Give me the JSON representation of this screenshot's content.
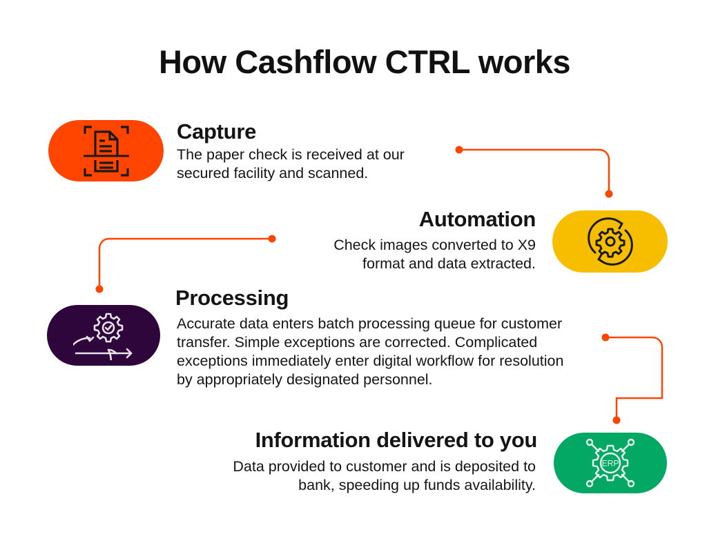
{
  "header": {
    "title": "How Cashflow CTRL works"
  },
  "accent_color": "#FF4500",
  "steps": [
    {
      "title": "Capture",
      "description": "The paper check is received at our secured facility and scanned.",
      "lines": [
        "The paper check is received at our",
        "secured facility and scanned."
      ],
      "icon": "document-scan-icon",
      "color": "#FF4500"
    },
    {
      "title": "Automation",
      "description": "Check images converted to X9 format and data extracted.",
      "lines": [
        "Check images converted to X9",
        "format and data extracted."
      ],
      "icon": "gear-sync-icon",
      "color": "#F7BE00"
    },
    {
      "title": "Processing",
      "description": "Accurate data enters batch processing queue for customer transfer. Simple exceptions are corrected. Complicated exceptions immediately enter digital workflow for resolution by appropriately designated personnel.",
      "lines": [
        "Accurate data enters batch processing queue for customer",
        "transfer. Simple exceptions are corrected. Complicated",
        "exceptions immediately enter digital workflow for resolution",
        "by appropriately designated personnel."
      ],
      "icon": "gear-check-process-icon",
      "color": "#2E063C"
    },
    {
      "title": "Information delivered to you",
      "description": "Data provided to customer and is deposited to bank, speeding up funds availability.",
      "lines": [
        "Data provided to customer and is deposited to",
        "bank, speeding up funds availability."
      ],
      "icon": "erp-gear-icon",
      "icon_label": "ERP",
      "color": "#04A865"
    }
  ]
}
